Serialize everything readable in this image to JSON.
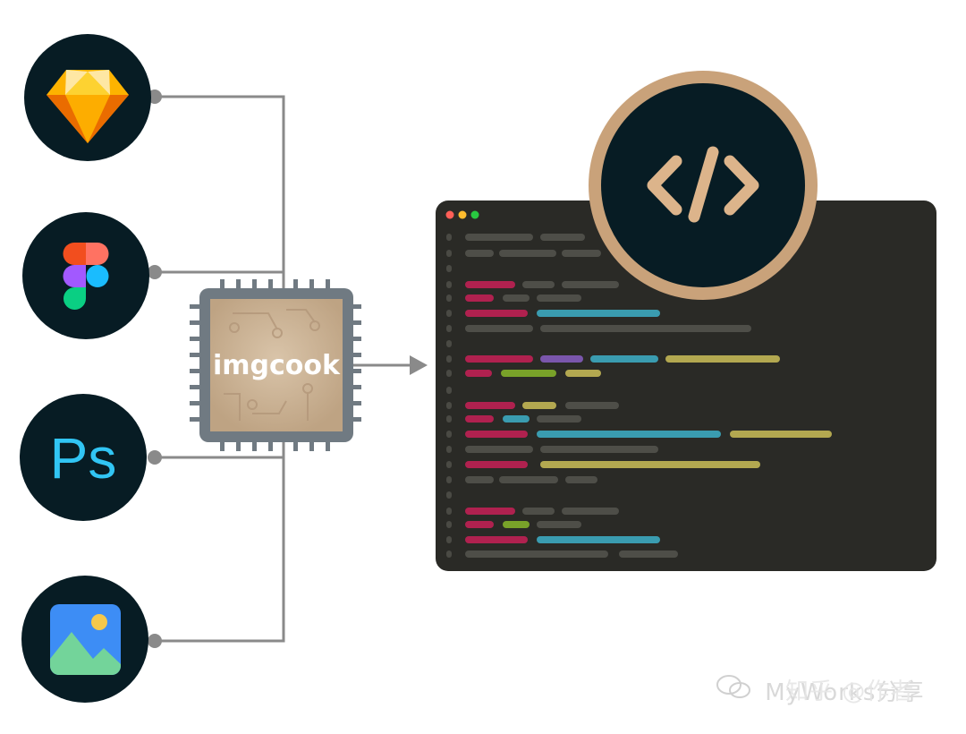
{
  "chip": {
    "label": "imgcook"
  },
  "sources": [
    {
      "name": "Sketch",
      "icon": "sketch-icon"
    },
    {
      "name": "Figma",
      "icon": "figma-icon"
    },
    {
      "name": "Photoshop",
      "icon": "photoshop-icon",
      "label": "Ps"
    },
    {
      "name": "Image",
      "icon": "image-icon"
    }
  ],
  "code_badge": {
    "icon": "code-brackets-icon"
  },
  "watermark": {
    "text_a": "MyWorks分享",
    "text_b": "知乎 @作者"
  },
  "colors": {
    "node_bg": "#071c24",
    "badge_ring": "#c9a27a",
    "badge_glyph": "#dcb48b",
    "connector": "#8a8a8a",
    "editor_bg": "#2a2a26",
    "chip_body": "#c7ad8f",
    "chip_frame": "#707a82",
    "ps_text": "#31c5f4",
    "code_pink": "#b0214f",
    "code_gray": "#4e4e48",
    "code_blue": "#3a9cb0",
    "code_yellow": "#b3a850",
    "code_green": "#79a229",
    "code_purple": "#7a56ac"
  }
}
